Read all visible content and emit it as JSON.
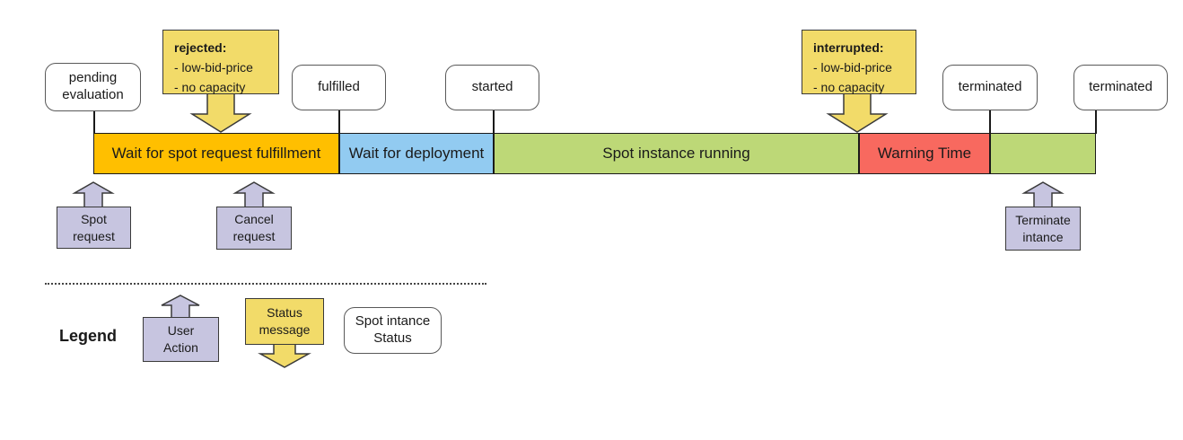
{
  "diagram": {
    "statuses": [
      {
        "label": "pending evaluation"
      },
      {
        "label": "fulfilled"
      },
      {
        "label": "started"
      },
      {
        "label": "terminated"
      },
      {
        "label": "terminated"
      }
    ],
    "callouts": [
      {
        "title": "rejected:",
        "lines": [
          "- low-bid-price",
          "- no capacity"
        ]
      },
      {
        "title": "interrupted:",
        "lines": [
          "- low-bid-price",
          "- no capacity"
        ]
      }
    ],
    "timeline": {
      "segments": [
        {
          "label": "Wait for spot request fulfillment",
          "color": "#FFBF00"
        },
        {
          "label": "Wait for deployment",
          "color": "#92CBF1"
        },
        {
          "label": "Spot instance running",
          "color": "#BDD877"
        },
        {
          "label": "Warning Time",
          "color": "#F8695F"
        },
        {
          "label": "",
          "color": "#BDD877"
        }
      ]
    },
    "actions": [
      {
        "label": "Spot request"
      },
      {
        "label": "Cancel request"
      },
      {
        "label": "Terminate intance"
      }
    ],
    "legend": {
      "title": "Legend",
      "user_action": "User Action",
      "status_message": "Status message",
      "spot_status": "Spot intance Status"
    },
    "colors": {
      "status_yellow": "#F2DB69",
      "action_purple": "#C7C5E0"
    }
  }
}
